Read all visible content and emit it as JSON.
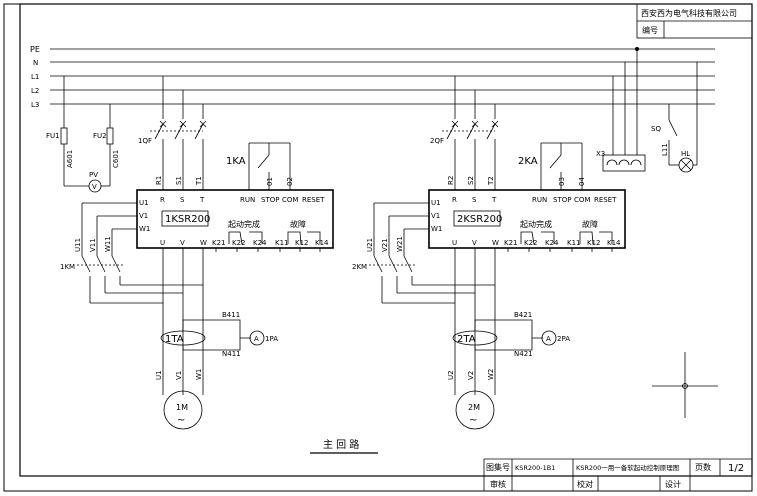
{
  "title_block": {
    "company": "西安西为电气科技有限公司",
    "number_label": "编号",
    "drawing_no_label": "图集号",
    "drawing_no": "KSR200-1B1",
    "drawing_title": "KSR200一用一备软起动控制原理图",
    "page_label": "页数",
    "page": "1/2",
    "review_label": "审核",
    "proof_label": "校对",
    "design_label": "设计"
  },
  "buses": [
    "PE",
    "N",
    "L1",
    "L2",
    "L3"
  ],
  "main_title": "主 回 路",
  "unit1": {
    "breaker": "1QF",
    "fuses": [
      "FU1",
      "FU2"
    ],
    "fuse_wires": [
      "A601",
      "C601"
    ],
    "voltmeter": "PV",
    "meter_v": "V",
    "inputs": [
      "R1",
      "S1",
      "T1"
    ],
    "rst": [
      "R",
      "S",
      "T"
    ],
    "relay": "1KA",
    "ctrl_wires": [
      "01",
      "02"
    ],
    "ctrl": [
      "RUN",
      "STOP",
      "COM",
      "RESET"
    ],
    "device": "1KSR200",
    "uvw": [
      "U1",
      "V1",
      "W1"
    ],
    "outs": [
      "U",
      "V",
      "W"
    ],
    "k_terms": [
      "K21",
      "K22",
      "K24",
      "K11",
      "K12",
      "K14"
    ],
    "start_done": "起动完成",
    "fault": "故障",
    "contactor": "1KM",
    "bypass_wires": [
      "U11",
      "V11",
      "W11"
    ],
    "ct": "1TA",
    "ct_wires": [
      "B411",
      "N411"
    ],
    "ammeter": "1PA",
    "meter_a": "A",
    "motor_wires": [
      "U1",
      "V1",
      "W1"
    ],
    "motor": "1M",
    "motor_sym": "~"
  },
  "unit2": {
    "breaker": "2QF",
    "inputs": [
      "R2",
      "S2",
      "T2"
    ],
    "rst": [
      "R",
      "S",
      "T"
    ],
    "relay": "2KA",
    "ctrl_wires": [
      "03",
      "04"
    ],
    "ctrl": [
      "RUN",
      "STOP",
      "COM",
      "RESET"
    ],
    "device": "2KSR200",
    "uvw": [
      "U1",
      "V1",
      "W1"
    ],
    "outs": [
      "U",
      "V",
      "W"
    ],
    "k_terms": [
      "K21",
      "K22",
      "K24",
      "K11",
      "K12",
      "K14"
    ],
    "start_done": "起动完成",
    "fault": "故障",
    "contactor": "2KM",
    "bypass_wires": [
      "U21",
      "V21",
      "W21"
    ],
    "ct": "2TA",
    "ct_wires": [
      "B421",
      "N421"
    ],
    "ammeter": "2PA",
    "meter_a": "A",
    "motor_wires": [
      "U2",
      "V2",
      "W2"
    ],
    "motor": "2M",
    "motor_sym": "~"
  },
  "socket": "X3",
  "switch": "SQ",
  "lamp_wire": "L11",
  "lamp": "HL"
}
